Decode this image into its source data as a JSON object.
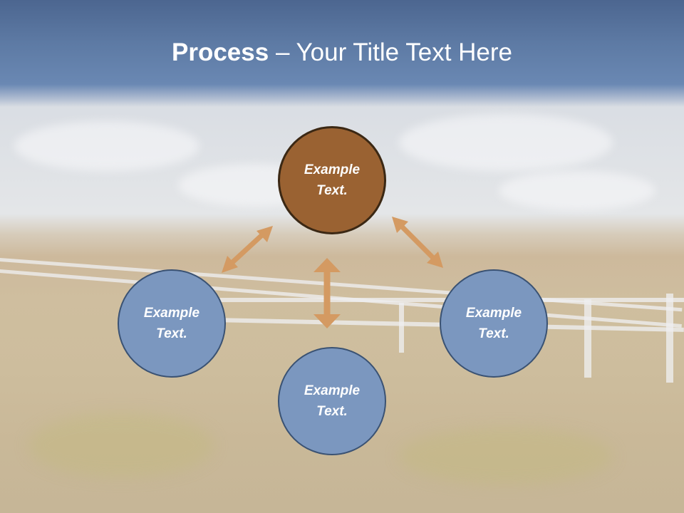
{
  "slide": {
    "title_bold": "Process",
    "title_rest": " – Your Title Text Here"
  },
  "diagram": {
    "center_node": {
      "text": "Example Text."
    },
    "left_node": {
      "text": "Example Text."
    },
    "right_node": {
      "text": "Example Text."
    },
    "bottom_node": {
      "text": "Example Text."
    },
    "colors": {
      "center_fill": "#9a6232",
      "center_border": "#3b2814",
      "outer_fill": "#7b97bf",
      "outer_border": "#3a5273",
      "arrow": "#d49a62"
    }
  }
}
